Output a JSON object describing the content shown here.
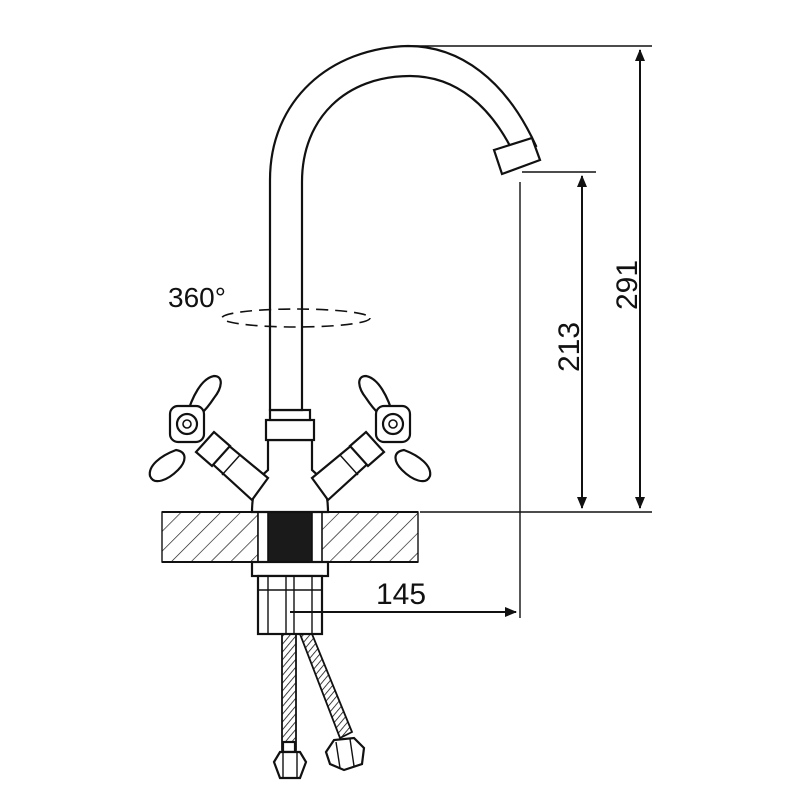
{
  "dimensions": {
    "total_height": "291",
    "spout_height": "213",
    "reach": "145",
    "rotation": "360°"
  },
  "colors": {
    "line": "#111111",
    "background": "#ffffff"
  }
}
